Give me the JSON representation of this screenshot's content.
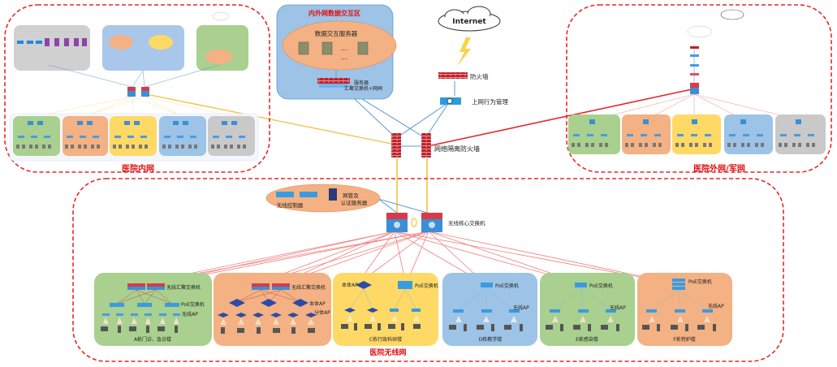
{
  "zones": {
    "internal": {
      "title": "医院内网",
      "groups": [
        "",
        "",
        "",
        "",
        ""
      ]
    },
    "external": {
      "title": "医院外网/军网"
    },
    "wireless": {
      "title": "医院无线网"
    },
    "exchange": {
      "title": "内外网数据交互区",
      "server_pool": "数据交互服务器",
      "ellipsis": "...",
      "gateway_label_1": "服务器",
      "gateway_label_2": "汇聚交换机+网闸"
    }
  },
  "center": {
    "internet": "Internet",
    "firewall": "防火墙",
    "behavior_mgmt": "上网行为管理",
    "isolation_firewall": "网络隔离防火墙"
  },
  "wireless_core": {
    "controller": "无线控制器",
    "auth_server_1": "网管及",
    "auth_server_2": "认证服务器",
    "core_switch": "无线核心交换机"
  },
  "buildings": [
    {
      "name": "A栋门诊、急诊楼",
      "agg": "无线汇聚交换机",
      "poe": "PoE交换机",
      "ap": "无线AP",
      "color": "#a9d08e"
    },
    {
      "name": "",
      "agg": "无线汇聚交换机",
      "fat_ap": "本体AP",
      "fit_ap": "分体AP",
      "color": "#f4b183"
    },
    {
      "name": "C栋行政科研楼",
      "fat_ap": "本体AP",
      "poe": "PoE交换机",
      "color": "#ffd966"
    },
    {
      "name": "D栋教学楼",
      "poe": "PoE交换机",
      "ap": "无线AP",
      "color": "#9dc3e6"
    },
    {
      "name": "E栋感染楼",
      "poe": "PoE交换机",
      "ap": "无线AP",
      "color": "#a9d08e"
    },
    {
      "name": "F栋特护楼",
      "poe": "PoE交换机",
      "ap": "无线AP",
      "color": "#f4b183"
    }
  ],
  "colors": {
    "zone_border": "#e8262a",
    "link_blue": "#5b9bd5",
    "link_yellow": "#f5c242",
    "link_red": "#e8262a",
    "exchange_bg": "#9dc3e6"
  }
}
